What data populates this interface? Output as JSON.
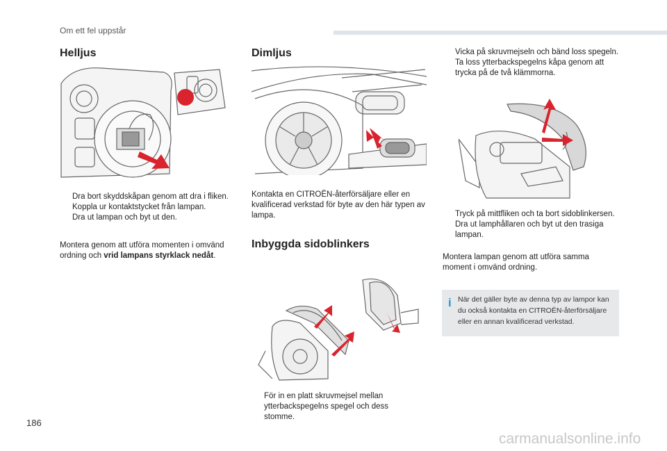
{
  "header": {
    "section": "Om ett fel uppstår"
  },
  "page_number": "186",
  "watermark": "carmanualsonline.info",
  "col1": {
    "title": "Helljus",
    "bullet_mark": "",
    "steps": [
      "Dra bort skyddskåpan genom att dra i fliken.",
      "Koppla ur kontaktstycket från lampan.",
      "Dra ut lampan och byt ut den."
    ],
    "para_prefix": "Montera genom att utföra momenten i omvänd ordning och ",
    "para_bold": "vrid lampans styrklack nedåt",
    "para_suffix": "."
  },
  "col2": {
    "title": "Dimljus",
    "para": "Kontakta en CITROËN-återförsäljare eller en kvalificerad verkstad för byte av den här typen av lampa.",
    "title2": "Inbyggda sidoblinkers",
    "step": "För in en platt skruvmejsel mellan ytterbackspegelns spegel och dess stomme."
  },
  "col3": {
    "steps_top": [
      "Vicka på skruvmejseln och bänd loss spegeln.",
      "Ta loss ytterbackspegelns kåpa genom att trycka på de två klämmorna."
    ],
    "steps_bottom": [
      "Tryck på mittfliken och ta bort sidoblinkersen.",
      "Dra ut lamphållaren och byt ut den trasiga lampan."
    ],
    "para": "Montera lampan genom att utföra samma moment i omvänd ordning.",
    "note_icon": "i",
    "note": "När det gäller byte av denna typ av lampor kan du också kontakta en CITROËN-återförsäljare eller en annan kvalificerad verkstad."
  },
  "colors": {
    "accent_red": "#d9232d",
    "note_bg": "#e7e8ea",
    "info_blue": "#1d9ad6"
  },
  "icons": [
    "info-icon",
    "bullet-arrow-icon"
  ]
}
